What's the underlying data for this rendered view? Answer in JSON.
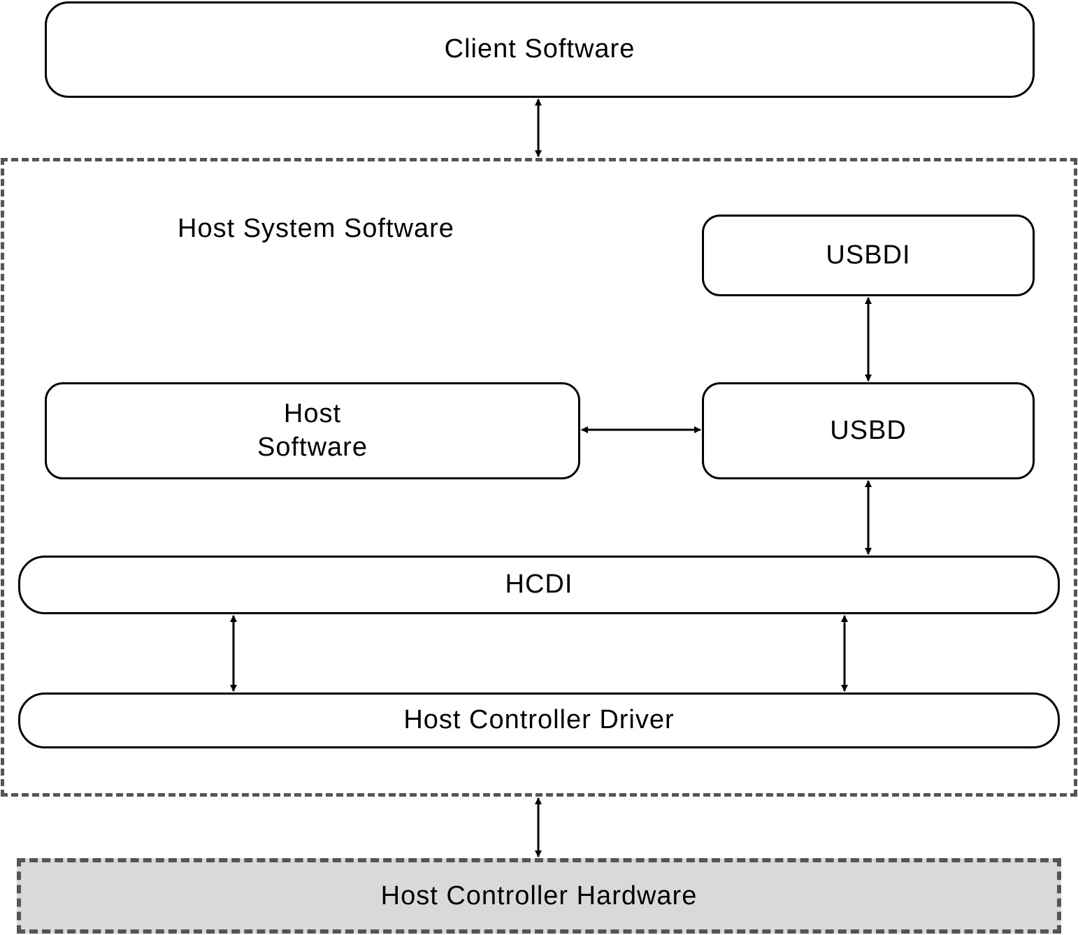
{
  "diagram": {
    "client_software": "Client Software",
    "host_system_software": "Host System Software",
    "usbdi": "USBDI",
    "host_software": {
      "line1": "Host",
      "line2": "Software"
    },
    "usbd": "USBD",
    "hcdi": "HCDI",
    "host_controller_driver": "Host Controller Driver",
    "host_controller_hardware": "Host Controller Hardware"
  },
  "colors": {
    "outline": "#000000",
    "dashed_border": "#555555",
    "hardware_fill": "#d9d9d9",
    "background": "#ffffff"
  },
  "edges": [
    {
      "from": "Client Software",
      "to": "Host System Software",
      "bidirectional": true
    },
    {
      "from": "USBDI",
      "to": "USBD",
      "bidirectional": true
    },
    {
      "from": "Host Software",
      "to": "USBD",
      "bidirectional": true
    },
    {
      "from": "USBD",
      "to": "HCDI",
      "bidirectional": true
    },
    {
      "from": "HCDI",
      "to": "Host Controller Driver",
      "bidirectional": true
    },
    {
      "from": "HCDI",
      "to": "Host Controller Driver",
      "bidirectional": true
    },
    {
      "from": "Host System Software",
      "to": "Host Controller Hardware",
      "bidirectional": true
    }
  ]
}
